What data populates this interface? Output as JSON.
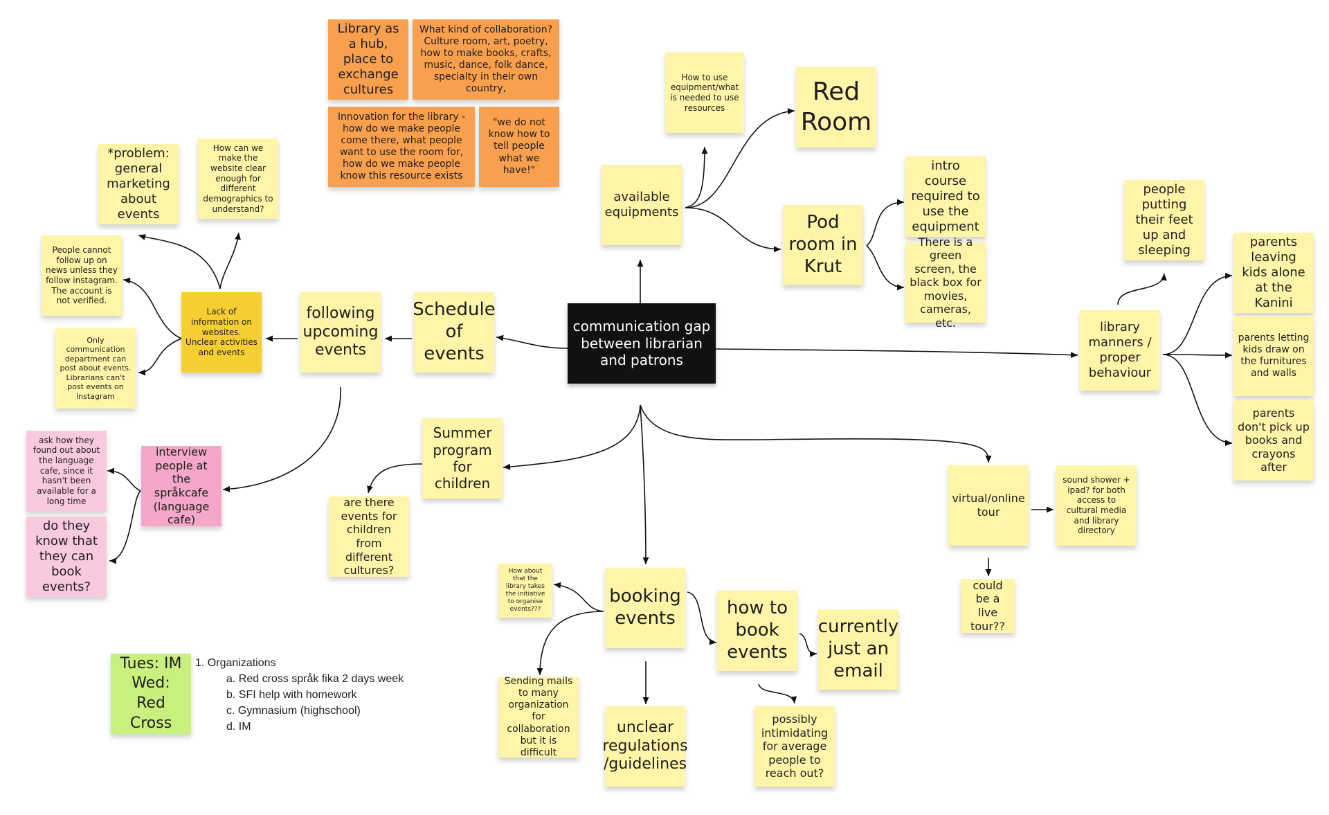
{
  "notes": {
    "center": "communication gap between librarian and patrons",
    "library_hub": "Library as a hub, place to exchange cultures",
    "collaboration": "What kind of collaboration? Culture room, art, poetry, how to make books, crafts, music, dance, folk dance, specialty in their own country,",
    "innovation": "Innovation for the library - how do we make people come there, what people want to use the room for, how do we make people know this resource exists",
    "dont_know": "\"we do not know how to tell people what we have!\"",
    "how_to_use": "How to use equipment/what is needed to use resources",
    "red_room": "Red Room",
    "available_equipments": "available equipments",
    "pod_room": "Pod room in Krut",
    "intro_course": "intro course required to use the equipment",
    "green_screen": "There is a green screen, the black box for movies, cameras, etc.",
    "problem_marketing": "*problem: general marketing about events",
    "website_clear": "How can we make the website clear enough for different demographics to understand?",
    "cannot_follow": "People cannot follow up on news unless they follow instagram. The account is not verified.",
    "lack_info": "Lack of information on websites. Unclear activities and events",
    "only_comm": "Only communication department can post about events. Librarians can't post events on instagram",
    "following_events": "following upcoming events",
    "schedule": "Schedule of events",
    "ask_how": "ask how they found out about the language cafe, since it hasn't been available for a long time",
    "interview": "interview people at the språkcafe (language cafe)",
    "do_they_know": "do they know that they can book events?",
    "summer": "Summer program for children",
    "children_cultures": "are there events for children from different cultures?",
    "take_initiative": "How about that the library takes the initiative to organise events???",
    "booking": "booking events",
    "how_to_book": "how to book events",
    "email": "currently just an email",
    "sending_mails": "Sending mails to many organization for collaboration but it is difficult",
    "unclear_regs": "unclear regulations /guidelines",
    "intimidating": "possibly intimidating for average people to reach out?",
    "virtual_tour": "virtual/online tour",
    "sound_shower": "sound shower + ipad? for both access to cultural media and library directory",
    "live_tour": "could be a live tour??",
    "feet_up": "people putting their feet up and sleeping",
    "manners": "library manners / proper behaviour",
    "leaving_kids": "parents leaving kids alone at the Kanini",
    "draw_furniture": "parents letting kids draw on the furnitures and walls",
    "dont_pick_up": "parents don't pick up books and crayons after",
    "days": [
      "Tues: IM",
      "Wed: Red",
      "Cross"
    ]
  },
  "organizations": {
    "heading": "1. Organizations",
    "items": [
      "a. Red cross språk fika 2 days week",
      "b. SFI help with homework",
      "c. Gymnasium (highschool)",
      "d. IM"
    ]
  },
  "colors": {
    "yellow": "#fef5a8",
    "orange": "#f8a04e",
    "gold": "#f5cf32",
    "pink": "#f4a7c9",
    "light_pink": "#f9c9de",
    "green": "#c9f07e",
    "black": "#111111"
  }
}
